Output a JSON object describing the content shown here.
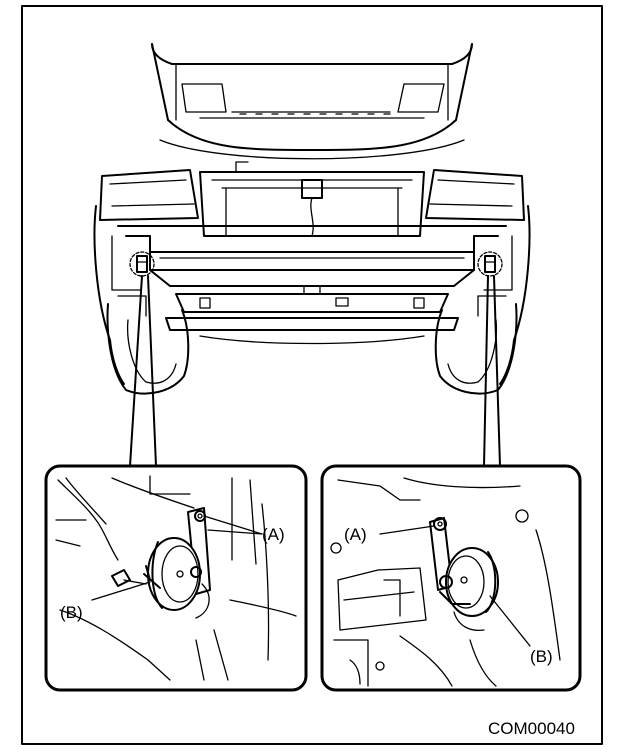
{
  "figure": {
    "code": "COM00040",
    "left_callouts": {
      "bolt": "(A)",
      "horn": "(B)"
    },
    "right_callouts": {
      "bolt": "(A)",
      "horn": "(B)"
    },
    "colors": {
      "line": "#000000",
      "background": "#ffffff"
    }
  }
}
